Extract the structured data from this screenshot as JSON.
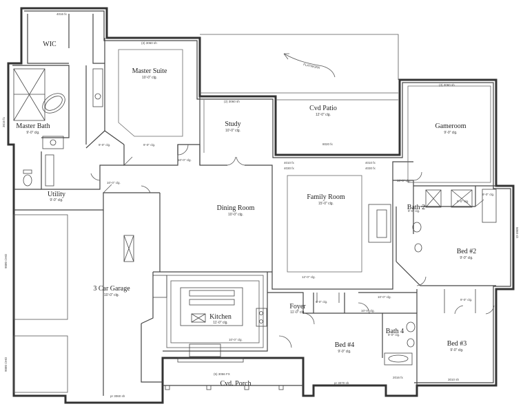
{
  "rooms": {
    "wic": {
      "name": "WIC"
    },
    "master_suite": {
      "name": "Master Suite",
      "ceiling": "10'-0\" clg."
    },
    "master_bath": {
      "name": "Master Bath",
      "ceiling": "9'-0\" clg."
    },
    "study": {
      "name": "Study",
      "ceiling": "10'-0\" clg."
    },
    "cvd_patio": {
      "name": "Cvd Patio",
      "ceiling": "12'-0\" clg."
    },
    "gameroom": {
      "name": "Gameroom",
      "ceiling": "9'-0\" clg."
    },
    "utility": {
      "name": "Utility",
      "ceiling": "9'-0\" clg."
    },
    "dining_room": {
      "name": "Dining Room",
      "ceiling": "10'-0\" clg."
    },
    "family_room": {
      "name": "Family Room",
      "ceiling": "15'-0\" clg."
    },
    "bath2": {
      "name": "Bath 2"
    },
    "bed2": {
      "name": "Bed #2",
      "ceiling": "9'-0\" clg."
    },
    "garage": {
      "name": "3 Car Garage",
      "ceiling": "10'-0\" clg."
    },
    "kitchen": {
      "name": "Kitchen",
      "ceiling": "11'-0\" clg."
    },
    "foyer": {
      "name": "Foyer",
      "ceiling": "11'-0\" clg."
    },
    "bed4": {
      "name": "Bed #4",
      "ceiling": "9'-0\" clg."
    },
    "bath4": {
      "name": "Bath 4"
    },
    "bed3": {
      "name": "Bed #3",
      "ceiling": "9'-0\" clg."
    },
    "cvd_porch": {
      "name": "Cvd. Porch"
    }
  },
  "annotations": {
    "flatwork": "FLATWORK",
    "clg_10": "10'-0\" clg.",
    "clg_9": "9'-0\" clg.",
    "clg_12": "12'-0\" clg.",
    "porch_window": "(5) 3056 FX",
    "master_window": "(3) 3060 sh",
    "study_window": "(2) 3060 sh",
    "game_window": "(3) 3060 sh",
    "patio_door": "8020 fx",
    "window_4010_a": "4010 fx",
    "window_4010_b": "4010 fx",
    "window_4030_a": "4030 fx",
    "window_4030_b": "4030 fx",
    "wic_window": "4016 fx",
    "garage_door_a": "9080 OHD",
    "garage_door_b": "9080 OHD",
    "bath_window": "3616 fx",
    "bed2_window": "5060 sh",
    "bed4_window": "pr 3070 sh",
    "bed3_window": "3010 sh",
    "bath4_window": "2016 fx",
    "garage_window": "pr 3060 sh"
  }
}
